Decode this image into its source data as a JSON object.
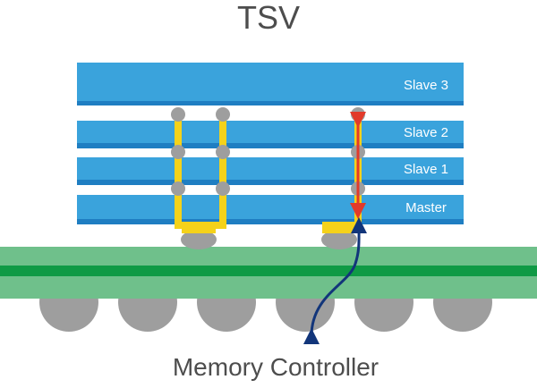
{
  "title": "TSV",
  "dies": [
    {
      "label": "Slave 3"
    },
    {
      "label": "Slave 2"
    },
    {
      "label": "Slave 1"
    },
    {
      "label": "Master"
    }
  ],
  "bottom_label": "Memory Controller",
  "colors": {
    "die_light": "#3aa3dc",
    "die_dark": "#1f7ec2",
    "substrate": "#6fc08b",
    "substrate_stripe": "#0f9a45",
    "tsv": "#f5d21a",
    "bump": "#9e9e9e",
    "signal_arrow": "#e23a2a",
    "controller_path": "#12357a",
    "text": "#4d4d4d"
  },
  "icons": [
    "tsv-via",
    "micro-bump",
    "solder-ball",
    "signal-arrow",
    "controller-path-arrow"
  ]
}
